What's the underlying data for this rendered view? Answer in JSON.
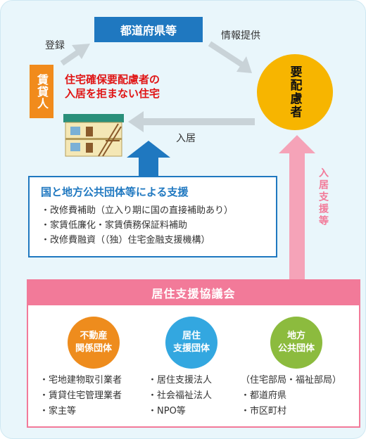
{
  "government": "都道府県等",
  "label_register": "登録",
  "label_info": "情報提供",
  "tenant_box": "賃貸人",
  "housing_title_1": "住宅確保要配慮者の",
  "housing_title_2": "入居を拒まない住宅",
  "needy_circle": "要配慮者",
  "label_moving_in": "入居",
  "support": {
    "title": "国と地方公共団体等による支援",
    "items": [
      "・改修費補助（立入り期に国の直接補助あり）",
      "・家賃低廉化・家賃債務保証料補助",
      "・改修費融資（（独）住宅金融支援機構）"
    ]
  },
  "label_support_vertical": "入居支援等",
  "council": {
    "title": "居住支援協議会",
    "groups": [
      {
        "name_1": "不動産",
        "name_2": "関係団体",
        "color": "#ee8c1d",
        "members": [
          "・宅地建物取引業者",
          "・賃貸住宅管理業者",
          "・家主等"
        ]
      },
      {
        "name_1": "居住",
        "name_2": "支援団体",
        "color": "#33a7e0",
        "members": [
          "・居住支援法人",
          "・社会福祉法人",
          "・NPO等"
        ]
      },
      {
        "name_1": "地方",
        "name_2": "公共団体",
        "color": "#8cbb3e",
        "members": [
          "（住宅部局・福祉部局）",
          "・都道府県",
          "・市区町村"
        ]
      }
    ]
  },
  "colors": {
    "blue": "#1f78c0",
    "orange": "#f18b1c",
    "yellow": "#f7b500",
    "pink": "#f27a99",
    "red": "#e01515",
    "arrow_gray": "#c9d3d8"
  }
}
